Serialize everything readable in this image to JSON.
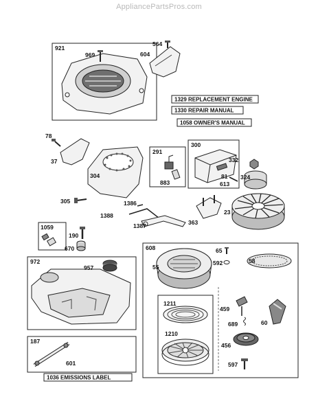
{
  "watermark": "AppliancePartsPros.com",
  "notes": {
    "engine": "1329 REPLACEMENT ENGINE",
    "repair_manual": "1330 REPAIR MANUAL",
    "owners_manual": "1058 OWNER'S MANUAL",
    "emissions": "1036 EMISSIONS LABEL"
  },
  "boxes": {
    "b921": "921",
    "b291": "291",
    "b300": "300",
    "b1059": "1059",
    "b972": "972",
    "b187": "187",
    "b608": "608"
  },
  "labels": {
    "p969": "969",
    "p564": "564",
    "p604": "604",
    "p78": "78",
    "p37": "37",
    "p304": "304",
    "p883": "883",
    "p332": "332",
    "p324": "324",
    "p81": "81",
    "p613": "613",
    "p305": "305",
    "p1386": "1386",
    "p1388": "1388",
    "p1387": "1387",
    "p363": "363",
    "p23": "23",
    "p190": "190",
    "p670": "670",
    "p957": "957",
    "p601": "601",
    "p65": "65",
    "p55": "55",
    "p592": "592",
    "p58": "58",
    "p1211": "1211",
    "p459": "459",
    "p689": "689",
    "p60": "60",
    "p1210": "1210",
    "p456": "456",
    "p597": "597"
  }
}
